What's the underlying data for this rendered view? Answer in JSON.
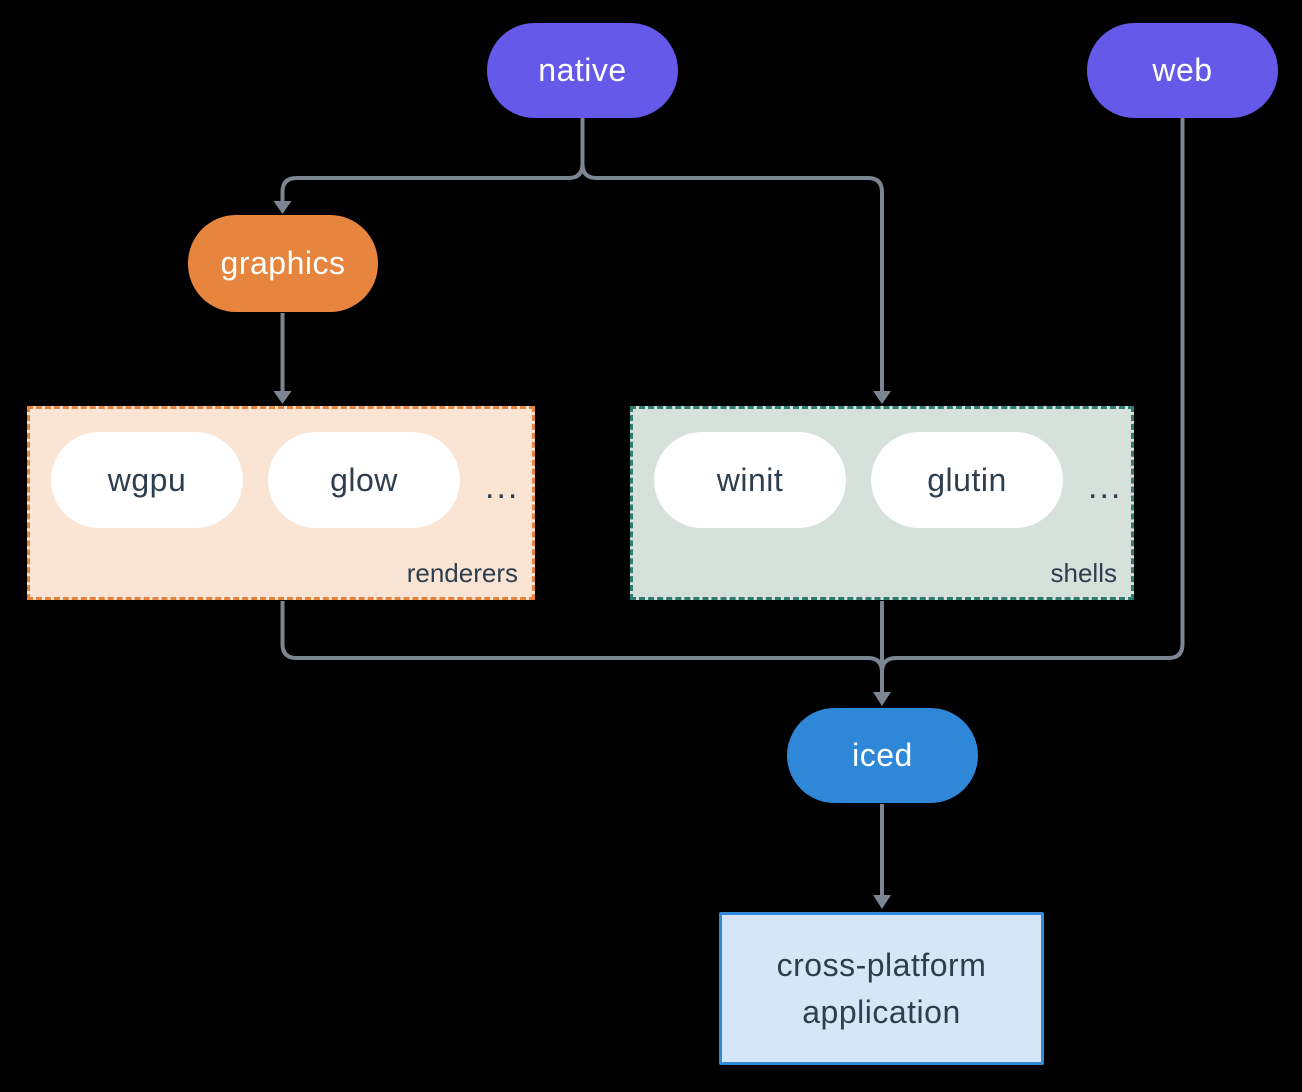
{
  "nodes": {
    "native": {
      "label": "native"
    },
    "web": {
      "label": "web"
    },
    "graphics": {
      "label": "graphics"
    },
    "iced": {
      "label": "iced"
    },
    "application": {
      "line1": "cross-platform",
      "line2": "application"
    }
  },
  "groups": {
    "renderers": {
      "label": "renderers",
      "items": [
        "wgpu",
        "glow"
      ],
      "more": "..."
    },
    "shells": {
      "label": "shells",
      "items": [
        "winit",
        "glutin"
      ],
      "more": "..."
    }
  },
  "colors": {
    "background": "#000000",
    "purple": "#6459e8",
    "orange": "#e7843d",
    "blue": "#2f87d7",
    "renderers_bg": "#fae5d4",
    "renderers_border": "#e8833b",
    "shells_bg": "#d5e1da",
    "shells_border": "#2e7d6e",
    "app_bg": "#d4e6f8",
    "app_border": "#328ad8",
    "pill_text_dark": "#2f3e4e",
    "node_text": "#ffffff",
    "connector": "#7b8692"
  }
}
